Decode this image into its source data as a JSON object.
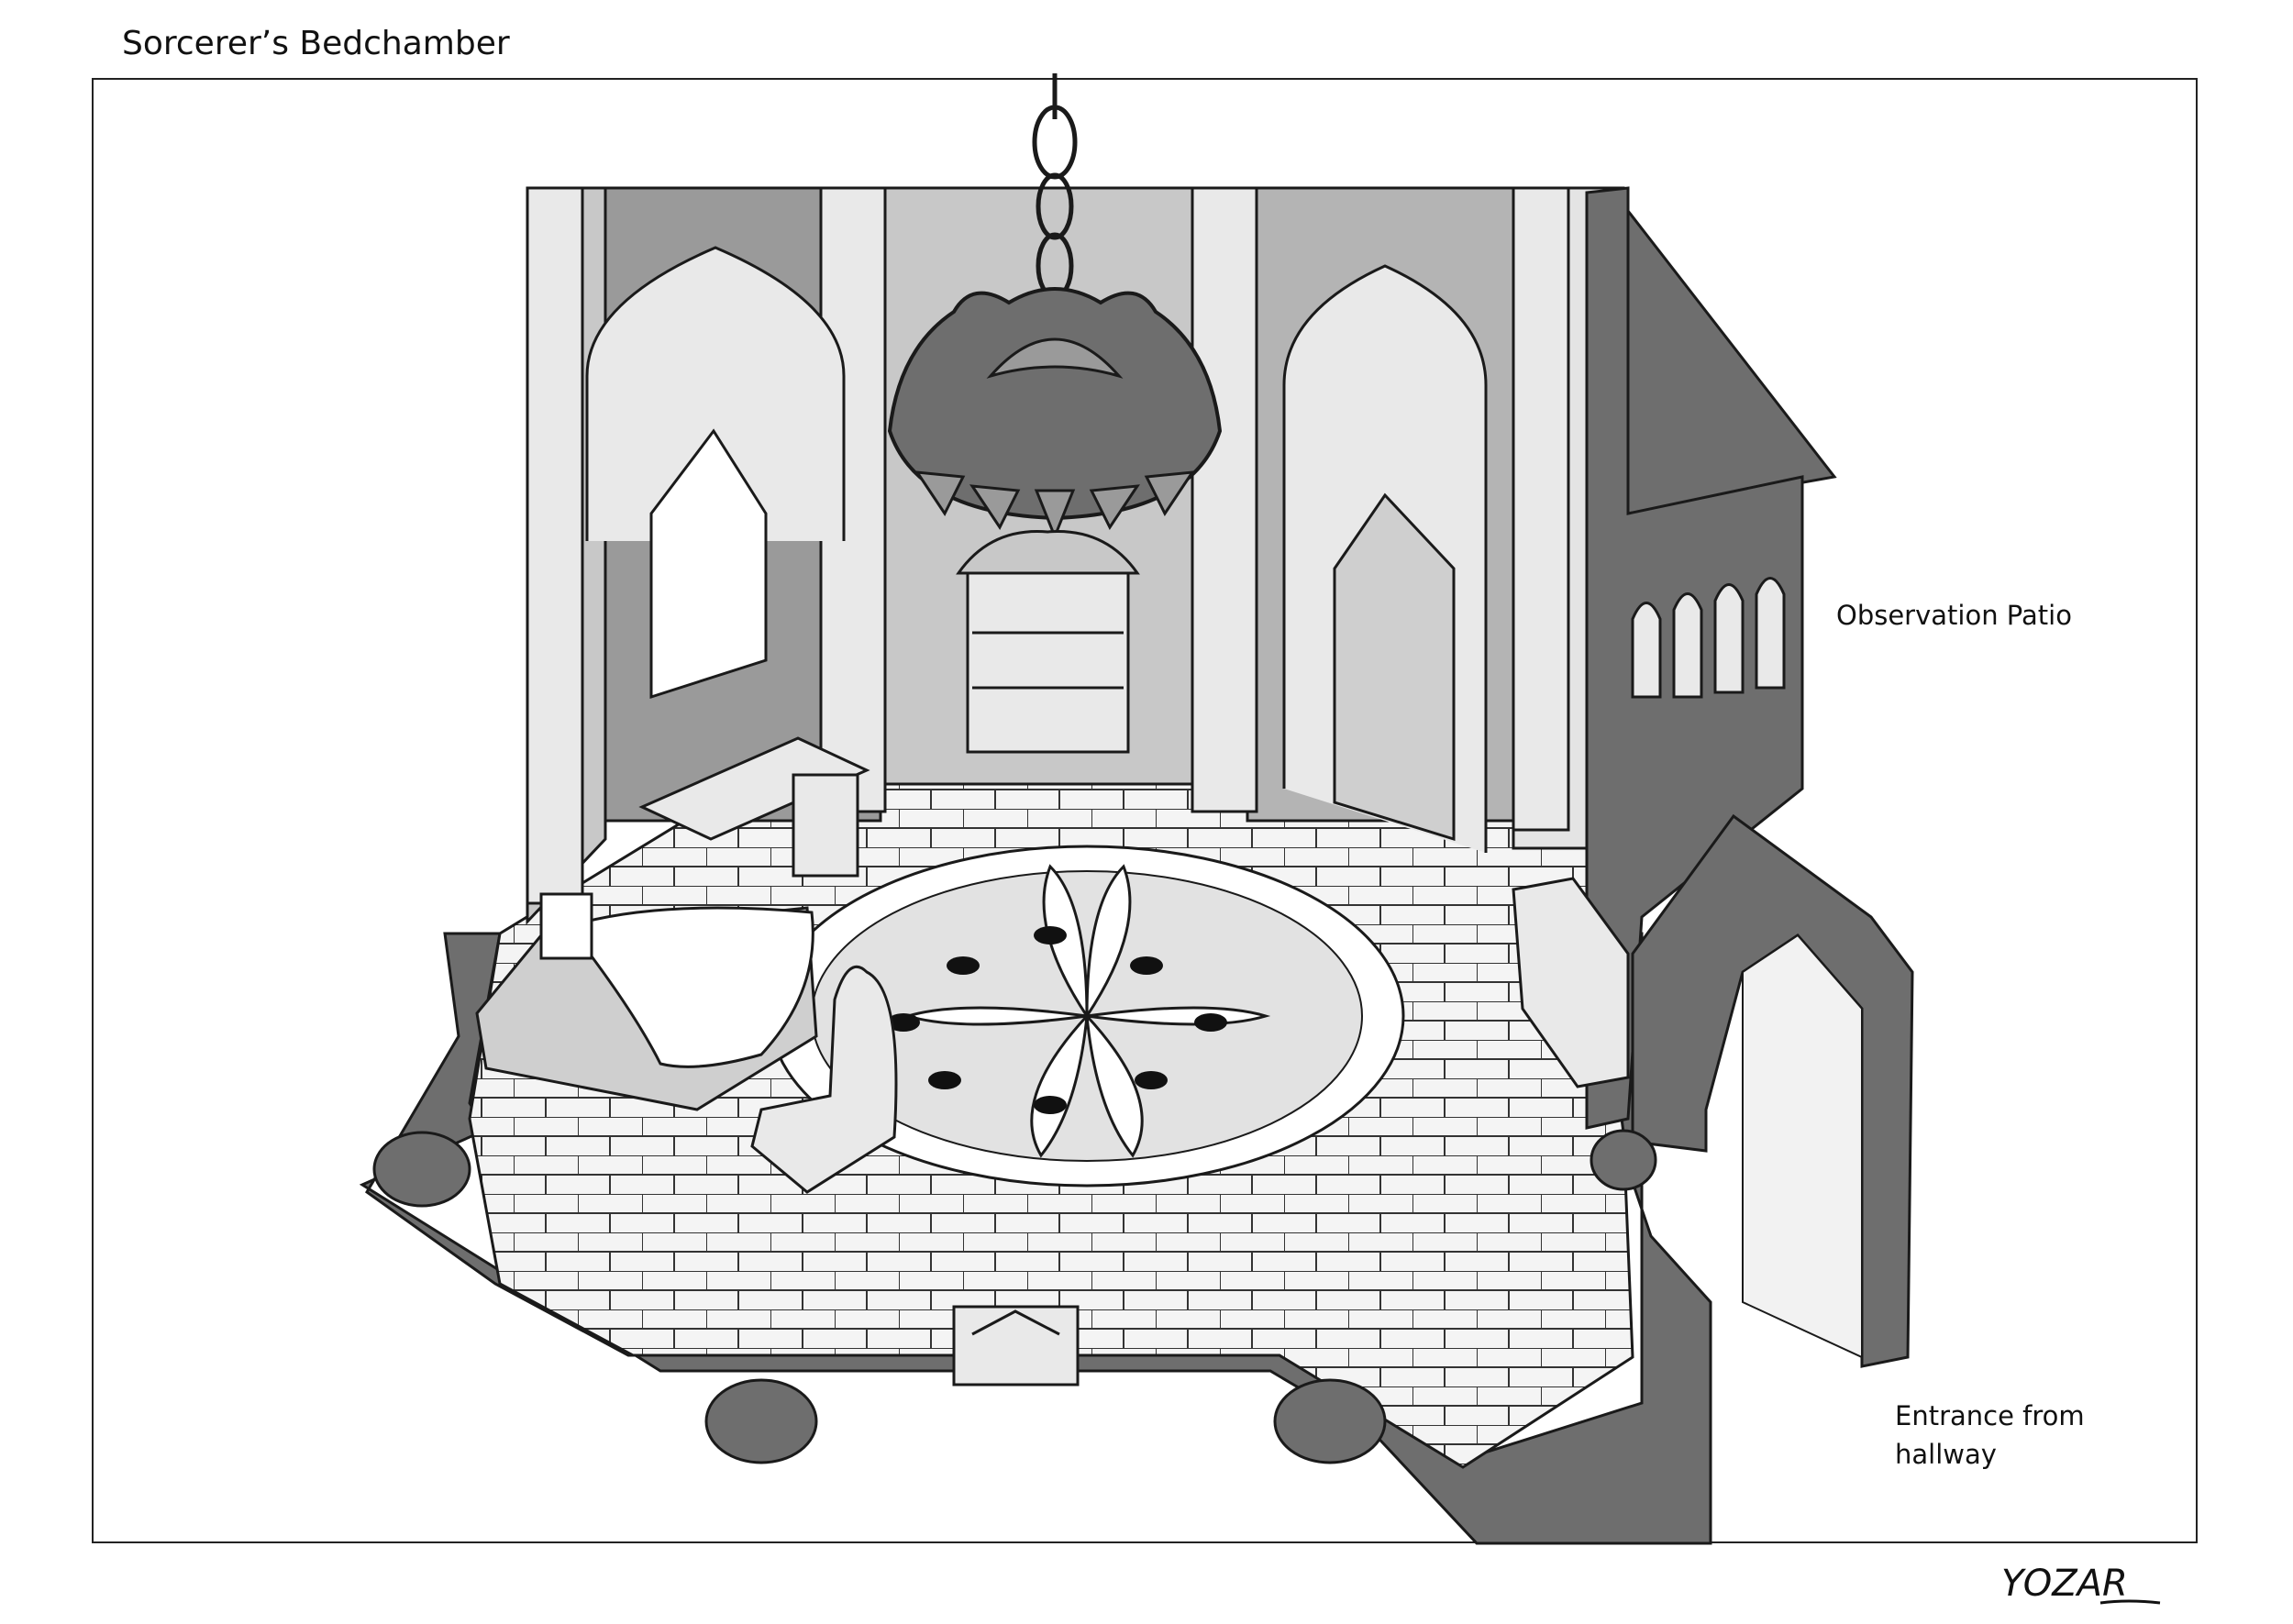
{
  "title": "Sorcerer’s Bedchamber",
  "labels": {
    "observation_patio": "Observation Patio",
    "entrance": "Entrance from hallway"
  },
  "signature": "YOZAR",
  "colors": {
    "ink": "#1a1a1a",
    "dark_wall": "#6e6e6e",
    "mid_gray": "#9a9a9a",
    "light_gray": "#c8c8c8",
    "pale": "#e9e9e9"
  }
}
